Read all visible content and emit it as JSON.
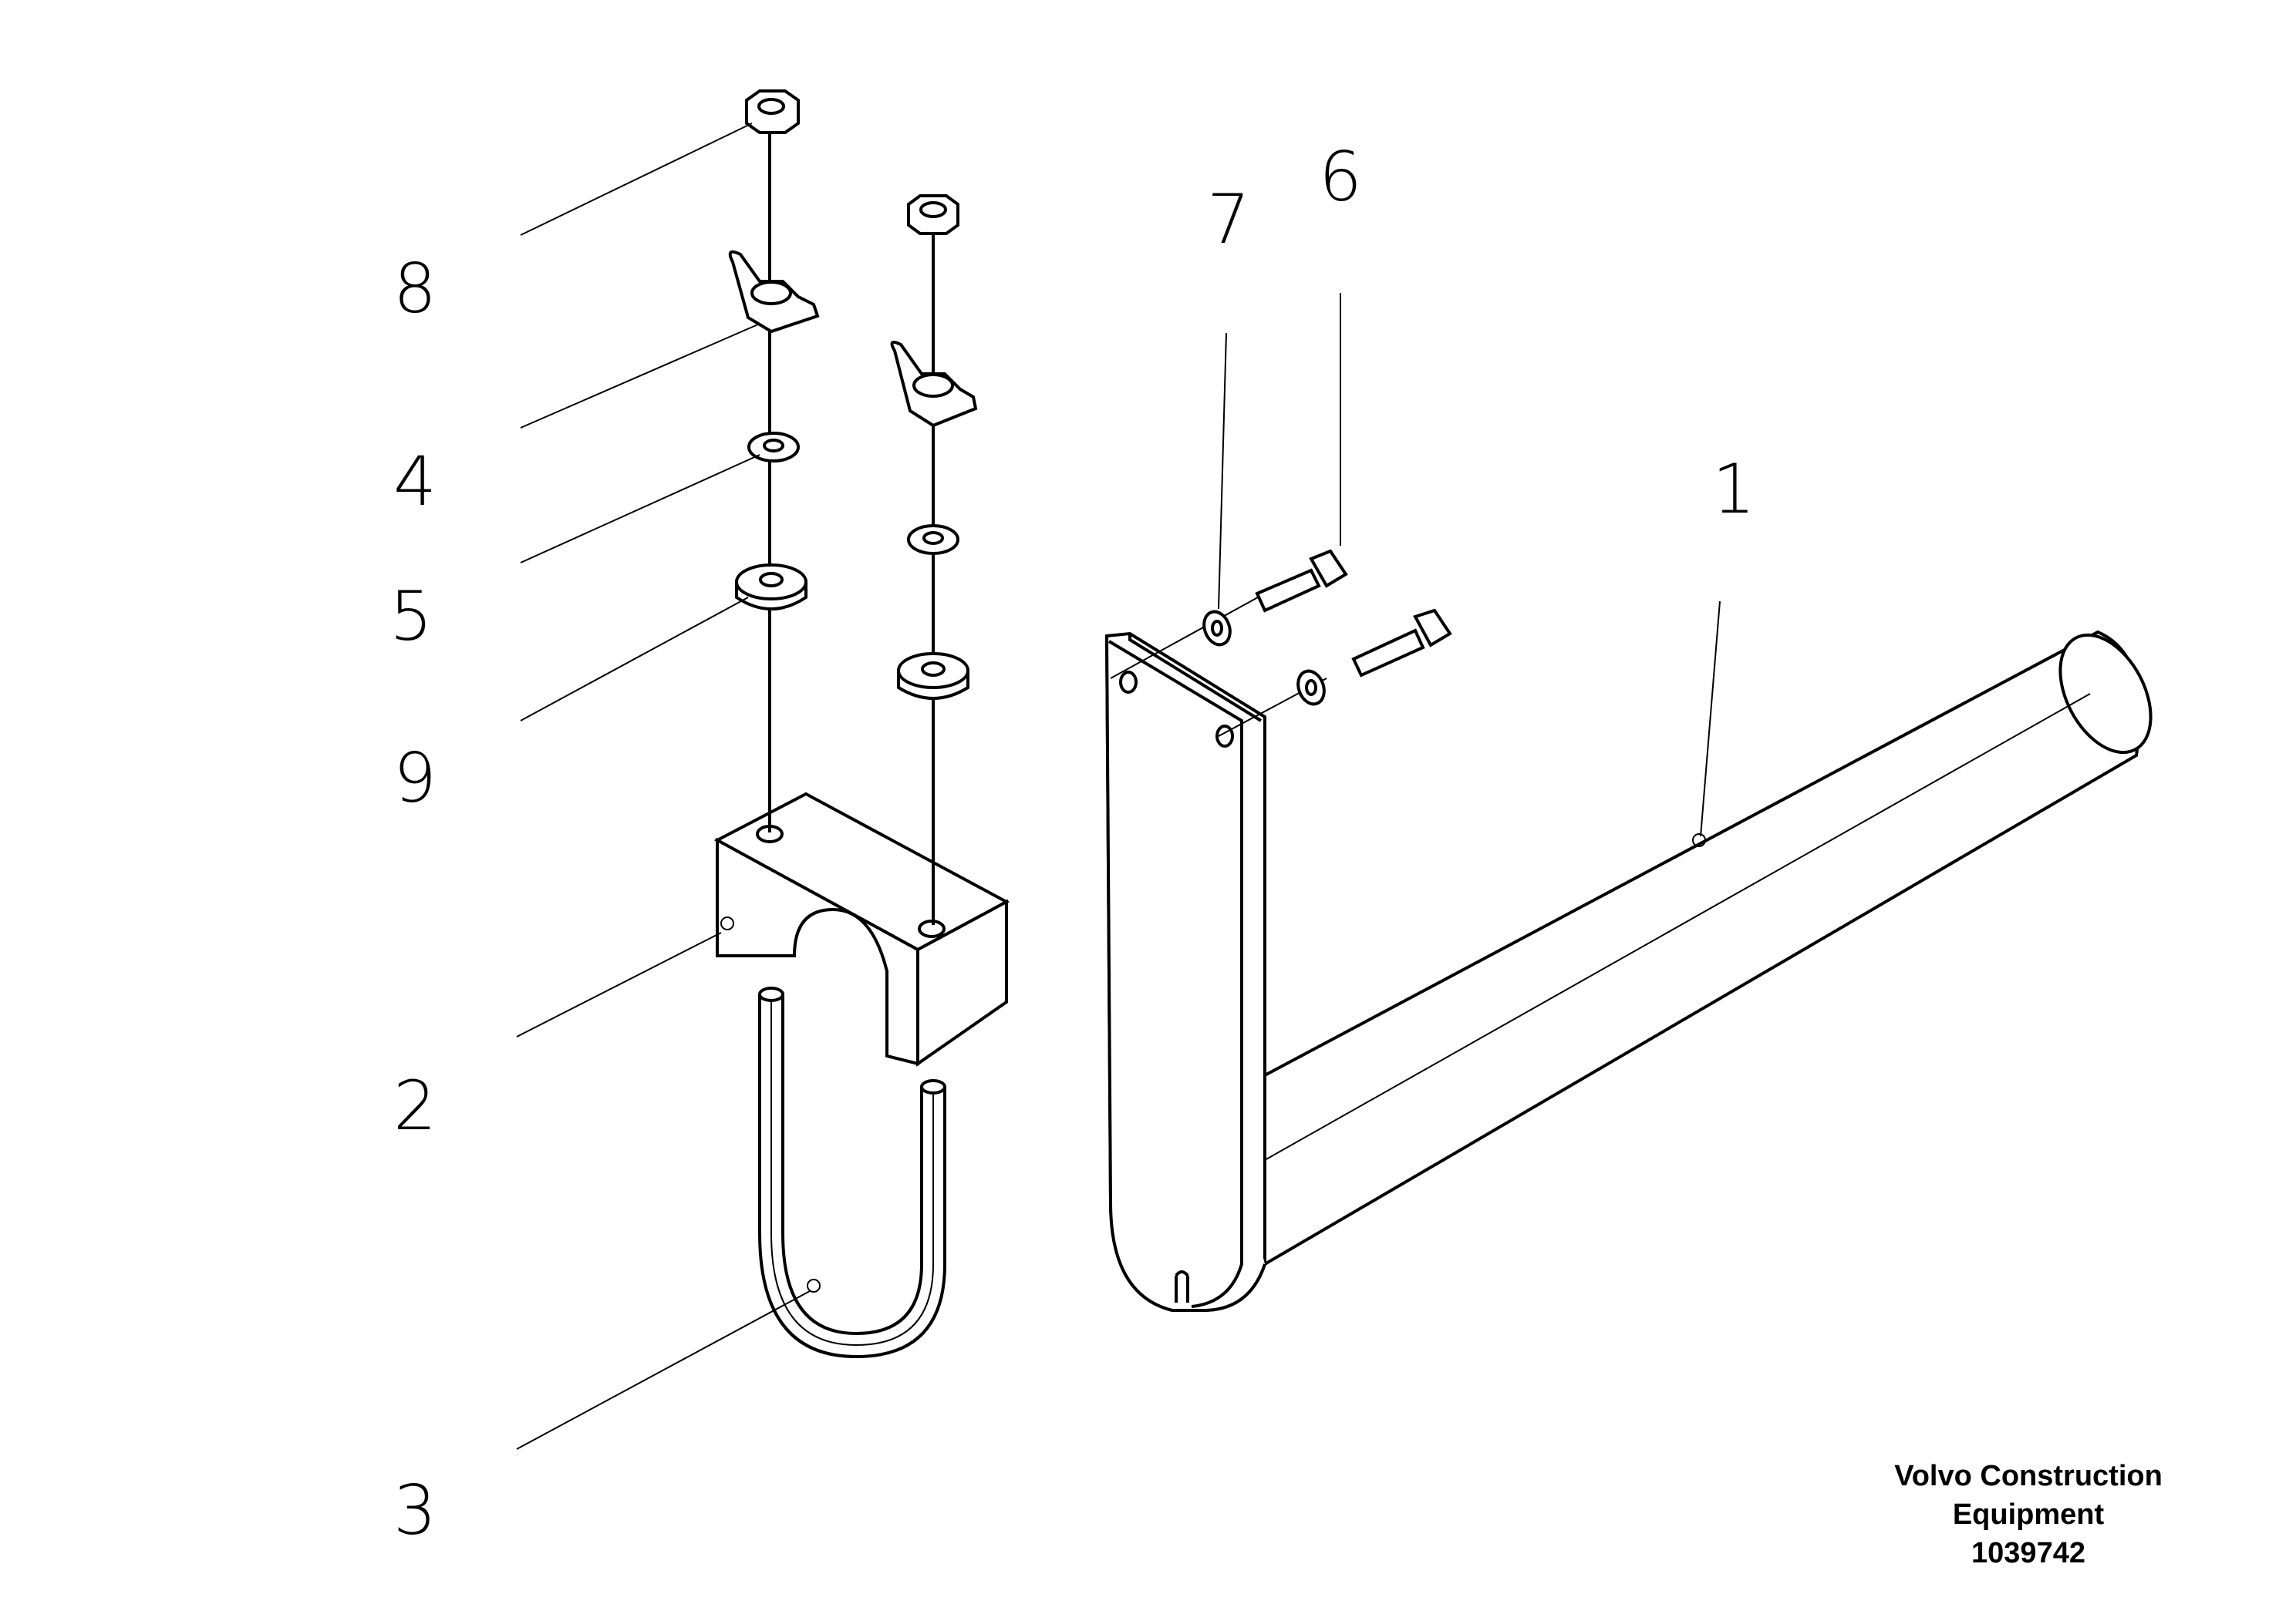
{
  "diagram": {
    "part_labels": {
      "p1": "1",
      "p2": "2",
      "p3": "3",
      "p4": "4",
      "p5": "5",
      "p6": "6",
      "p7": "7",
      "p8": "8",
      "p9": "9"
    }
  },
  "footer": {
    "line1": "Volvo Construction",
    "line2": "Equipment",
    "line3": "1039742"
  }
}
